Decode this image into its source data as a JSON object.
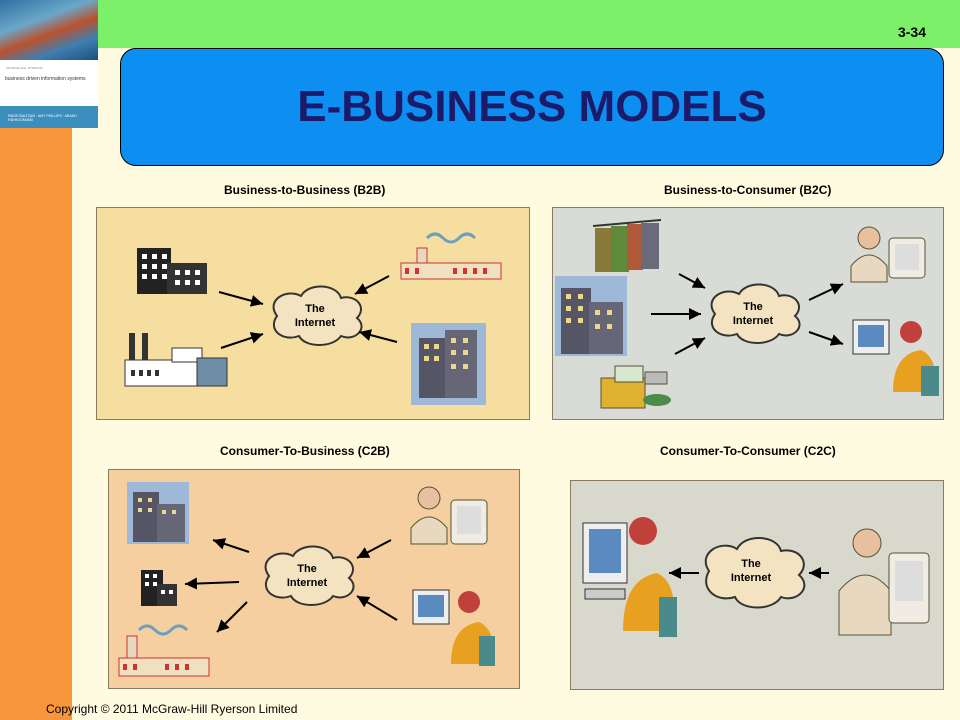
{
  "slide_number": "3-34",
  "title": "E-BUSINESS MODELS",
  "book_cover": {
    "series": "MCGRAW-HILL RYERSON",
    "title": "business driven information systems",
    "authors": "PAIGE BALTZAN · AMY PHILLIPS · ARASH FARHOOMAND"
  },
  "panels": {
    "b2b": {
      "label": "Business-to-Business (B2B)",
      "cloud_line1": "The",
      "cloud_line2": "Internet",
      "bg": "#f5dea0"
    },
    "b2c": {
      "label": "Business-to-Consumer (B2C)",
      "cloud_line1": "The",
      "cloud_line2": "Internet",
      "bg": "#d9dcd6"
    },
    "c2b": {
      "label": "Consumer-To-Business (C2B)",
      "cloud_line1": "The",
      "cloud_line2": "Internet",
      "bg": "#f5cfa0"
    },
    "c2c": {
      "label": "Consumer-To-Consumer (C2C)",
      "cloud_line1": "The",
      "cloud_line2": "Internet",
      "bg": "#d8d8cc"
    }
  },
  "copyright": "Copyright © 2011 McGraw-Hill Ryerson Limited",
  "colors": {
    "top_bar": "#7cf068",
    "left_bar": "#f7963a",
    "title_box": "#0d8ff2",
    "title_text": "#1b1a6b",
    "page_bg": "#fffbe0"
  }
}
